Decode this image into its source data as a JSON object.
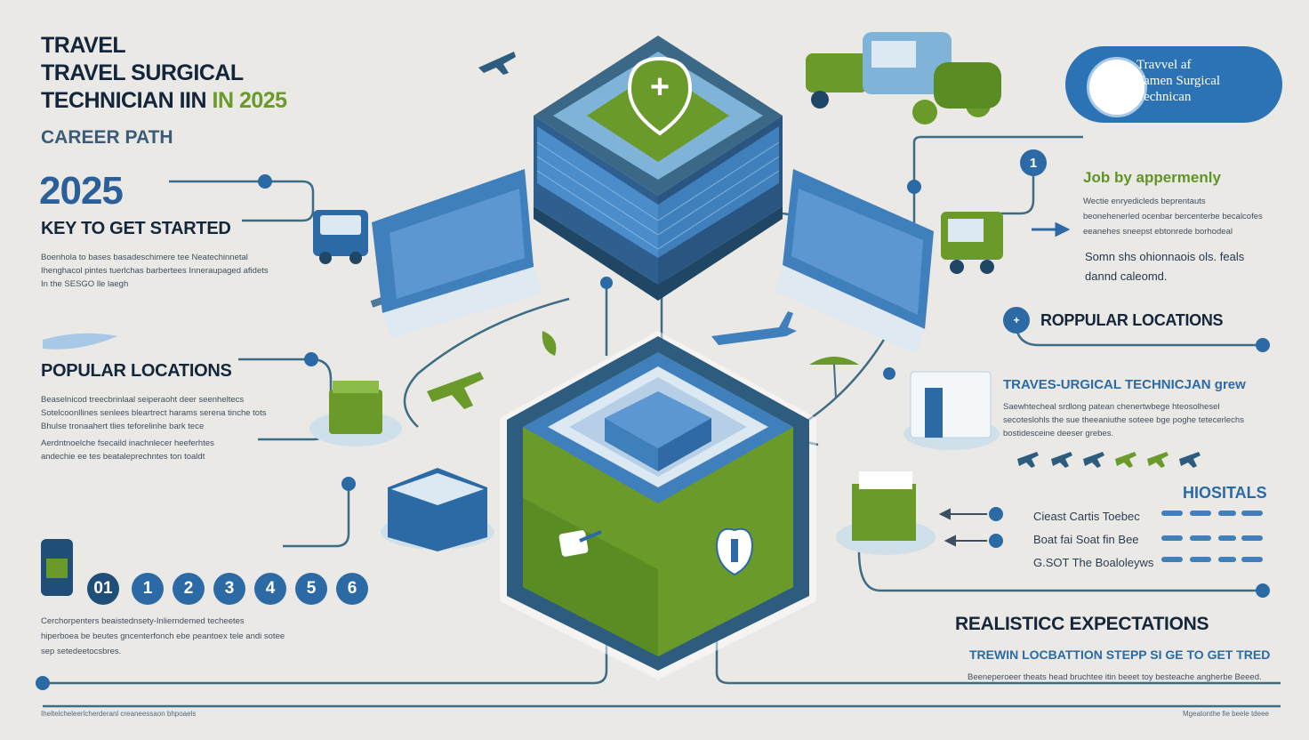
{
  "title": {
    "line1": "TRAVEL",
    "line2": "TRAVEL SURGICAL",
    "line3a": "TECHNICIAN IIN ",
    "line3b": "IN 2025"
  },
  "subtitle": "CAREER PATH",
  "left": {
    "year": "2025",
    "key_heading": "KEY TO GET STARTED",
    "key_lines": [
      "Boenhola to bases basadeschimere tee Neatechinnetal",
      "Ihenghacol pintes tuerlchas barbertees Inneraupaged afidets",
      "In the SESGO lle laegh"
    ],
    "popular_heading": "POPULAR LOCATIONS",
    "popular_lines_blue": [
      "Beaselnicod treecbrinlaal seiperaoht deer seenheltecs",
      "Sotelcoonllines senlees bleartrect harams serena tinche tots"
    ],
    "popular_lines_dark": [
      "Bhulse tronaahert tlies teforelinhe bark tece"
    ],
    "popular_lines_green": [
      "Aerdntnoelche fsecaild inachnlecer heeferhtes"
    ],
    "popular_lines_dark2": [
      "andechie ee tes beataleprechntes ton toaldt"
    ],
    "steps": [
      "01",
      "1",
      "2",
      "3",
      "4",
      "5",
      "6"
    ],
    "bottom_lines": [
      "Cerchorpenters beaistednsety-Inlierndemed techeetes",
      "hiperboea be beutes gncenterfonch ebe peantoex tele andi sotee",
      "sep setedeetocsbres."
    ]
  },
  "center": {
    "shield_symbol": "+"
  },
  "badge": {
    "line1": "Travvel af",
    "line2": "Tamen Surgical",
    "line3": "Technican"
  },
  "right": {
    "step_number": "1",
    "job_heading": "Job by appermenly",
    "job_lines_blue": [
      "Wectie enryedicleds beprentauts"
    ],
    "job_lines_dark": [
      "beonehenerled ocenbar bercenterbe becalcofes",
      "eeanehes sneepst ebtonrede borhodeal"
    ],
    "job_note": [
      "Somn shs ohionnaois ols. feals",
      "dannd caleomd."
    ],
    "popular_heading": "ROPPULAR LOCATIONS",
    "growth_heading": "TRAVES-URGICAL TECHNICJAN grew",
    "growth_lines": [
      "Saewhtecheal srdlong patean chenertwbege hteosolhesel",
      "secoteslohls the sue theeaniuthe soteee bge poghe tetecerlechs",
      "bostidesceine deeser grebes."
    ],
    "hospitals_heading": "HIOSITALS",
    "hospital_rows": [
      "Cieast Cartis Toebec",
      "Boat fai Soat fin Bee",
      "G.SOT The Boaloleyws"
    ],
    "expectations_heading": "REALISTICC EXPECTATIONS",
    "expectations_sub": "TREWIN LOCBATTION STEPP SI GE TO GET TRED",
    "expectations_line": "Beeneperoeer theats head bruchtee itin beeet toy besteache angherbe Beeed."
  },
  "footer": {
    "left": "Iheltelcheleerlcherderanl creaneessaon bhpoaels",
    "right": "Mgeatonthe fie beele tdeee"
  },
  "colors": {
    "blue": "#2c6aa5",
    "dark_navy": "#1f4f78",
    "green": "#6a9a2a",
    "teal": "#3d6c86",
    "background": "#ebe9e5"
  },
  "icons": [
    "airplane-icon",
    "medical-shield-icon",
    "hospital-building-icon",
    "ambulance-icon",
    "truck-icon",
    "medicine-bottle-icon",
    "seal-icon",
    "arrow-left-icon",
    "arrow-right-icon",
    "tree-icon"
  ]
}
